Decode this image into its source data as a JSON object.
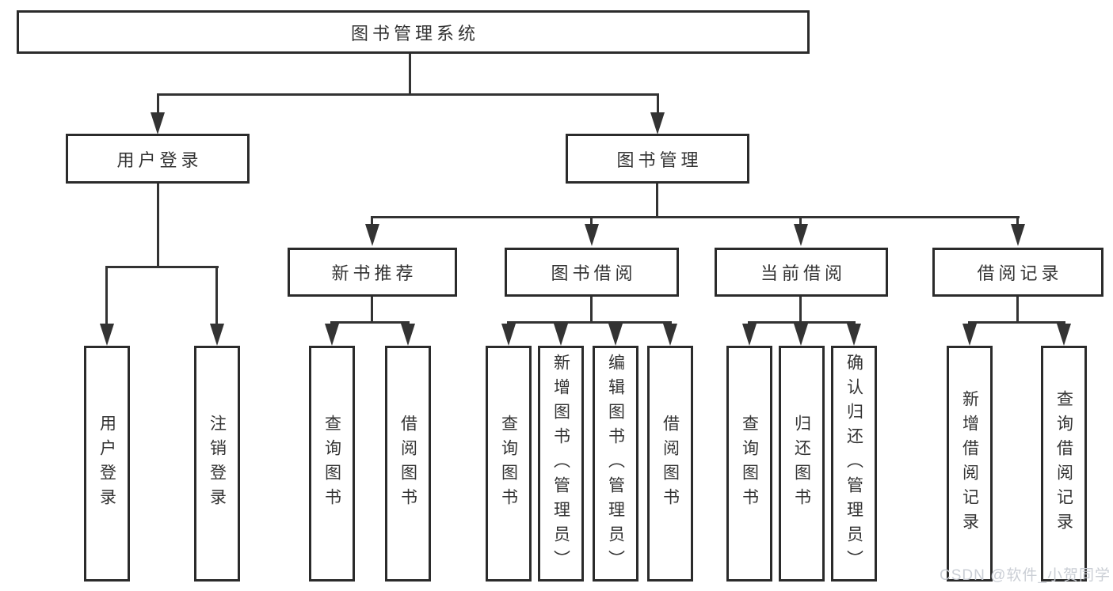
{
  "tree": {
    "label": "图书管理系统",
    "children": [
      {
        "label": "用户登录",
        "children": [
          {
            "label": "用户登录"
          },
          {
            "label": "注销登录"
          }
        ]
      },
      {
        "label": "图书管理",
        "children": [
          {
            "label": "新书推荐",
            "children": [
              {
                "label": "查询图书"
              },
              {
                "label": "借阅图书"
              }
            ]
          },
          {
            "label": "图书借阅",
            "children": [
              {
                "label": "查询图书"
              },
              {
                "label": "新增图书（管理员）"
              },
              {
                "label": "编辑图书（管理员）"
              },
              {
                "label": "借阅图书"
              }
            ]
          },
          {
            "label": "当前借阅",
            "children": [
              {
                "label": "查询图书"
              },
              {
                "label": "归还图书"
              },
              {
                "label": "确认归还（管理员）"
              }
            ]
          },
          {
            "label": "借阅记录",
            "children": [
              {
                "label": "新增借阅记录"
              },
              {
                "label": "查询借阅记录"
              }
            ]
          }
        ]
      }
    ]
  },
  "watermark": "CSDN @软件_小贺同学",
  "colors": {
    "background": "#ffffff",
    "line": "#333333",
    "box_border": "#2b2b2b",
    "text": "#333333",
    "watermark": "#c8ccd3"
  }
}
